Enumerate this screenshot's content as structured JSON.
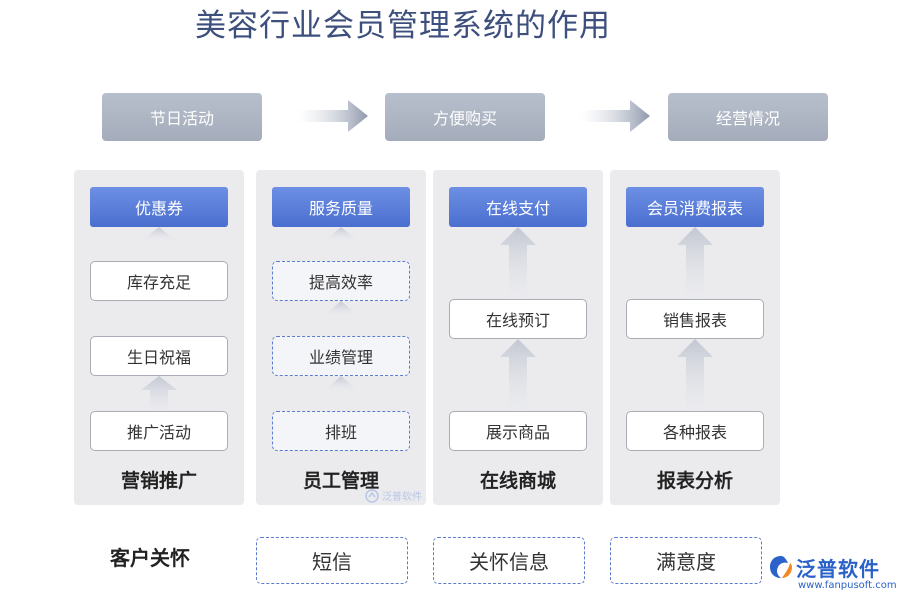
{
  "title": "美容行业会员管理系统的作用",
  "flow": [
    "节日活动",
    "方便购买",
    "经营情况"
  ],
  "panels": [
    {
      "label": "营销推广",
      "head": "优惠券",
      "items": [
        "库存充足",
        "生日祝福",
        "推广活动"
      ]
    },
    {
      "label": "员工管理",
      "head": "服务质量",
      "items": [
        "提高效率",
        "业绩管理",
        "排班"
      ]
    },
    {
      "label": "在线商城",
      "head": "在线支付",
      "items": [
        "在线预订",
        "展示商品"
      ]
    },
    {
      "label": "报表分析",
      "head": "会员消费报表",
      "items": [
        "销售报表",
        "各种报表"
      ]
    }
  ],
  "care": {
    "label": "客户关怀",
    "items": [
      "短信",
      "关怀信息",
      "满意度"
    ]
  },
  "watermark": "泛普软件",
  "logo": {
    "name": "泛普软件",
    "url": "www.fanpusoft.com"
  },
  "colors": {
    "title": "#3d4f7c",
    "flow_box": "#a4acbb",
    "head_blue": "#4a6fcf",
    "dashed_border": "#5a7bd0",
    "panel_bg": "#ebebee",
    "logo_blue": "#2a62c9"
  }
}
